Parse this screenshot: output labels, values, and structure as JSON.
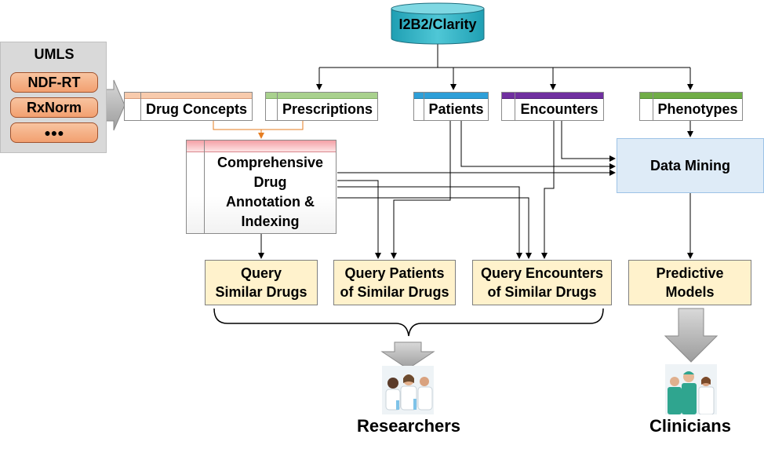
{
  "source": {
    "label": "I2B2/Clarity"
  },
  "umls": {
    "title": "UMLS",
    "items": [
      "NDF-RT",
      "RxNorm",
      "●●●"
    ]
  },
  "tables": {
    "drug_concepts": "Drug Concepts",
    "prescriptions": "Prescriptions",
    "patients": "Patients",
    "encounters": "Encounters",
    "phenotypes": "Phenotypes"
  },
  "annotation": {
    "lines": [
      "Comprehensive",
      "Drug",
      "Annotation &",
      "Indexing"
    ]
  },
  "data_mining": {
    "label": "Data Mining"
  },
  "queries": {
    "similar_drugs": [
      "Query",
      "Similar Drugs"
    ],
    "patients": [
      "Query Patients",
      "of Similar Drugs"
    ],
    "encounters": [
      "Query Encounters",
      "of Similar Drugs"
    ]
  },
  "predictive": [
    "Predictive",
    "Models"
  ],
  "users": {
    "researchers": "Researchers",
    "clinicians": "Clinicians"
  },
  "colors": {
    "drug_concepts_bar": "#f8cbad",
    "prescriptions_bar": "#a9d18e",
    "patients_bar": "#2e9fd8",
    "encounters_bar": "#7030a0",
    "phenotypes_bar": "#70ad47",
    "annotation_bar": "#f4a0a6",
    "data_mining_fill": "#deebf7",
    "query_fill": "#fff2cc",
    "source_fill": "#2ab3c6"
  }
}
